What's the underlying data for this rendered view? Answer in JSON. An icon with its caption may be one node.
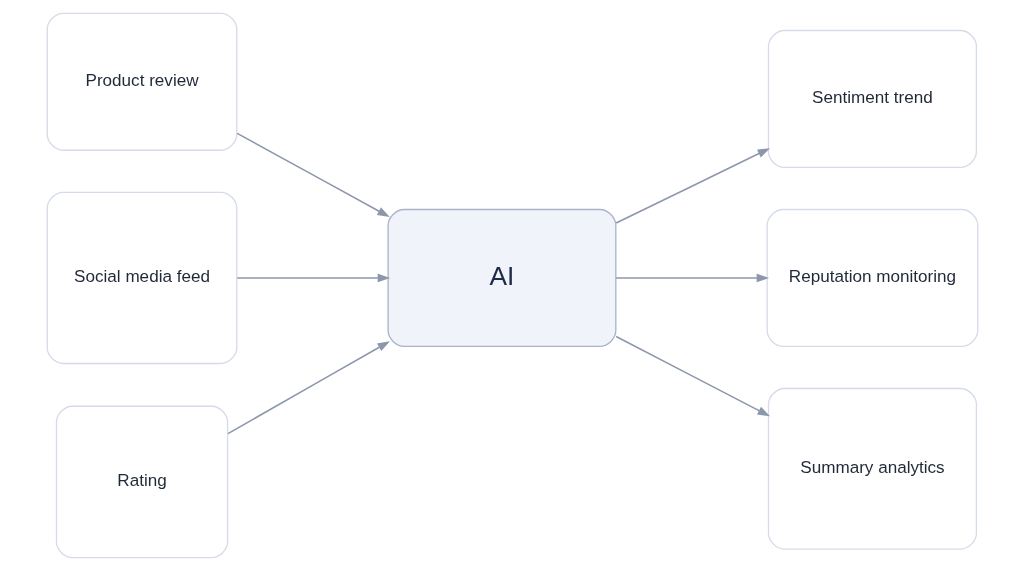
{
  "diagram": {
    "nodes": [
      {
        "text": [
          "Product review"
        ]
      },
      {
        "text": [
          "Social media feed"
        ]
      },
      {
        "text": [
          "Rating"
        ]
      },
      {
        "text": [
          "AI"
        ]
      },
      {
        "text": [
          "Sentiment trend"
        ]
      },
      {
        "text": [
          "Reputation monitoring"
        ]
      },
      {
        "text": [
          "Summary analytics"
        ]
      }
    ],
    "edges": [
      {
        "from": 0,
        "to": 3,
        "arrow": "to"
      },
      {
        "from": 1,
        "to": 3,
        "arrow": "to"
      },
      {
        "from": 2,
        "to": 3,
        "arrow": "to"
      },
      {
        "from": 3,
        "to": 4,
        "arrow": "to"
      },
      {
        "from": 3,
        "to": 5,
        "arrow": "to"
      },
      {
        "from": 3,
        "to": 6,
        "arrow": "to"
      }
    ]
  }
}
